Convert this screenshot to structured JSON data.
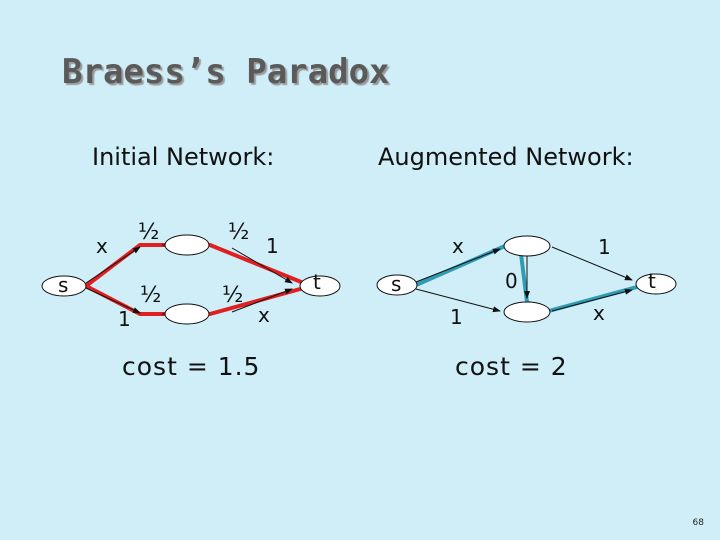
{
  "slide": {
    "title": "Braess’s Paradox",
    "page_number": "68"
  },
  "left": {
    "heading": "Initial Network:",
    "cost": "cost = 1.5",
    "source_label": "s",
    "sink_label": "t",
    "edge_labels": {
      "s_top": "x",
      "s_bottom": "1",
      "top_right": "1",
      "bottom_right": "x"
    },
    "flow_labels": {
      "top_left": "½",
      "top_right": "½",
      "bottom_left": "½",
      "bottom_right": "½"
    }
  },
  "right": {
    "heading": "Augmented Network:",
    "cost": "cost = 2",
    "source_label": "s",
    "sink_label": "t",
    "edge_labels": {
      "s_top": "x",
      "top_t": "1",
      "middle": "0",
      "s_bottom": "1",
      "bottom_t": "x"
    }
  },
  "colors": {
    "background": "#cfeef8",
    "flow_red": "#e02020",
    "flow_teal": "#2f9bb4",
    "edge": "#111111",
    "node_fill": "#ffffff"
  }
}
